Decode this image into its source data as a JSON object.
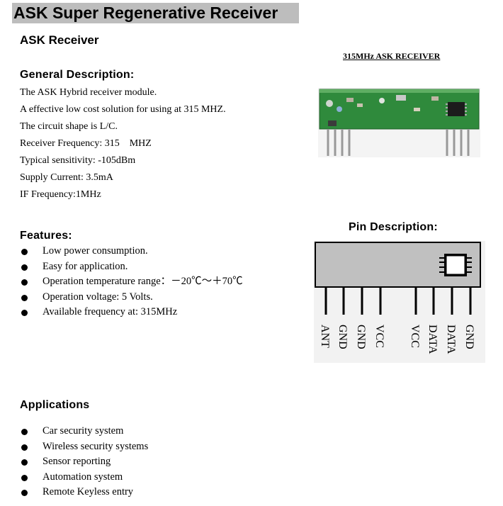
{
  "doc": {
    "title": "ASK Super Regenerative Receiver",
    "subtitle": "ASK Receiver"
  },
  "general": {
    "heading": "General Description:",
    "lines": [
      "The ASK Hybrid receiver module.",
      "A effective low cost solution for using at 315 MHZ.",
      "The circuit shape is L/C.",
      "Receiver Frequency: 315　MHZ",
      "Typical sensitivity: -105dBm",
      "Supply Current: 3.5mA",
      "IF Frequency:1MHz"
    ]
  },
  "figure": {
    "caption": "315MHz ASK RECEIVER"
  },
  "features": {
    "heading": "Features:",
    "items": [
      "Low power consumption.",
      "Easy for application.",
      "Operation temperature range：－20℃～＋70℃",
      "Operation voltage: 5 Volts.",
      "Available frequency at: 315MHz"
    ]
  },
  "pins": {
    "heading": "Pin Description:",
    "labels": [
      "ANT",
      "GND",
      "GND",
      "VCC",
      "VCC",
      "DATA",
      "DATA",
      "GND"
    ]
  },
  "applications": {
    "heading": "Applications",
    "items": [
      "Car security system",
      "Wireless security systems",
      "Sensor reporting",
      "Automation system",
      "Remote Keyless entry"
    ]
  },
  "colors": {
    "title_band": "#bdbdbd",
    "pcb_green": "#2f8a3c",
    "module_gray": "#c0c0c0"
  }
}
